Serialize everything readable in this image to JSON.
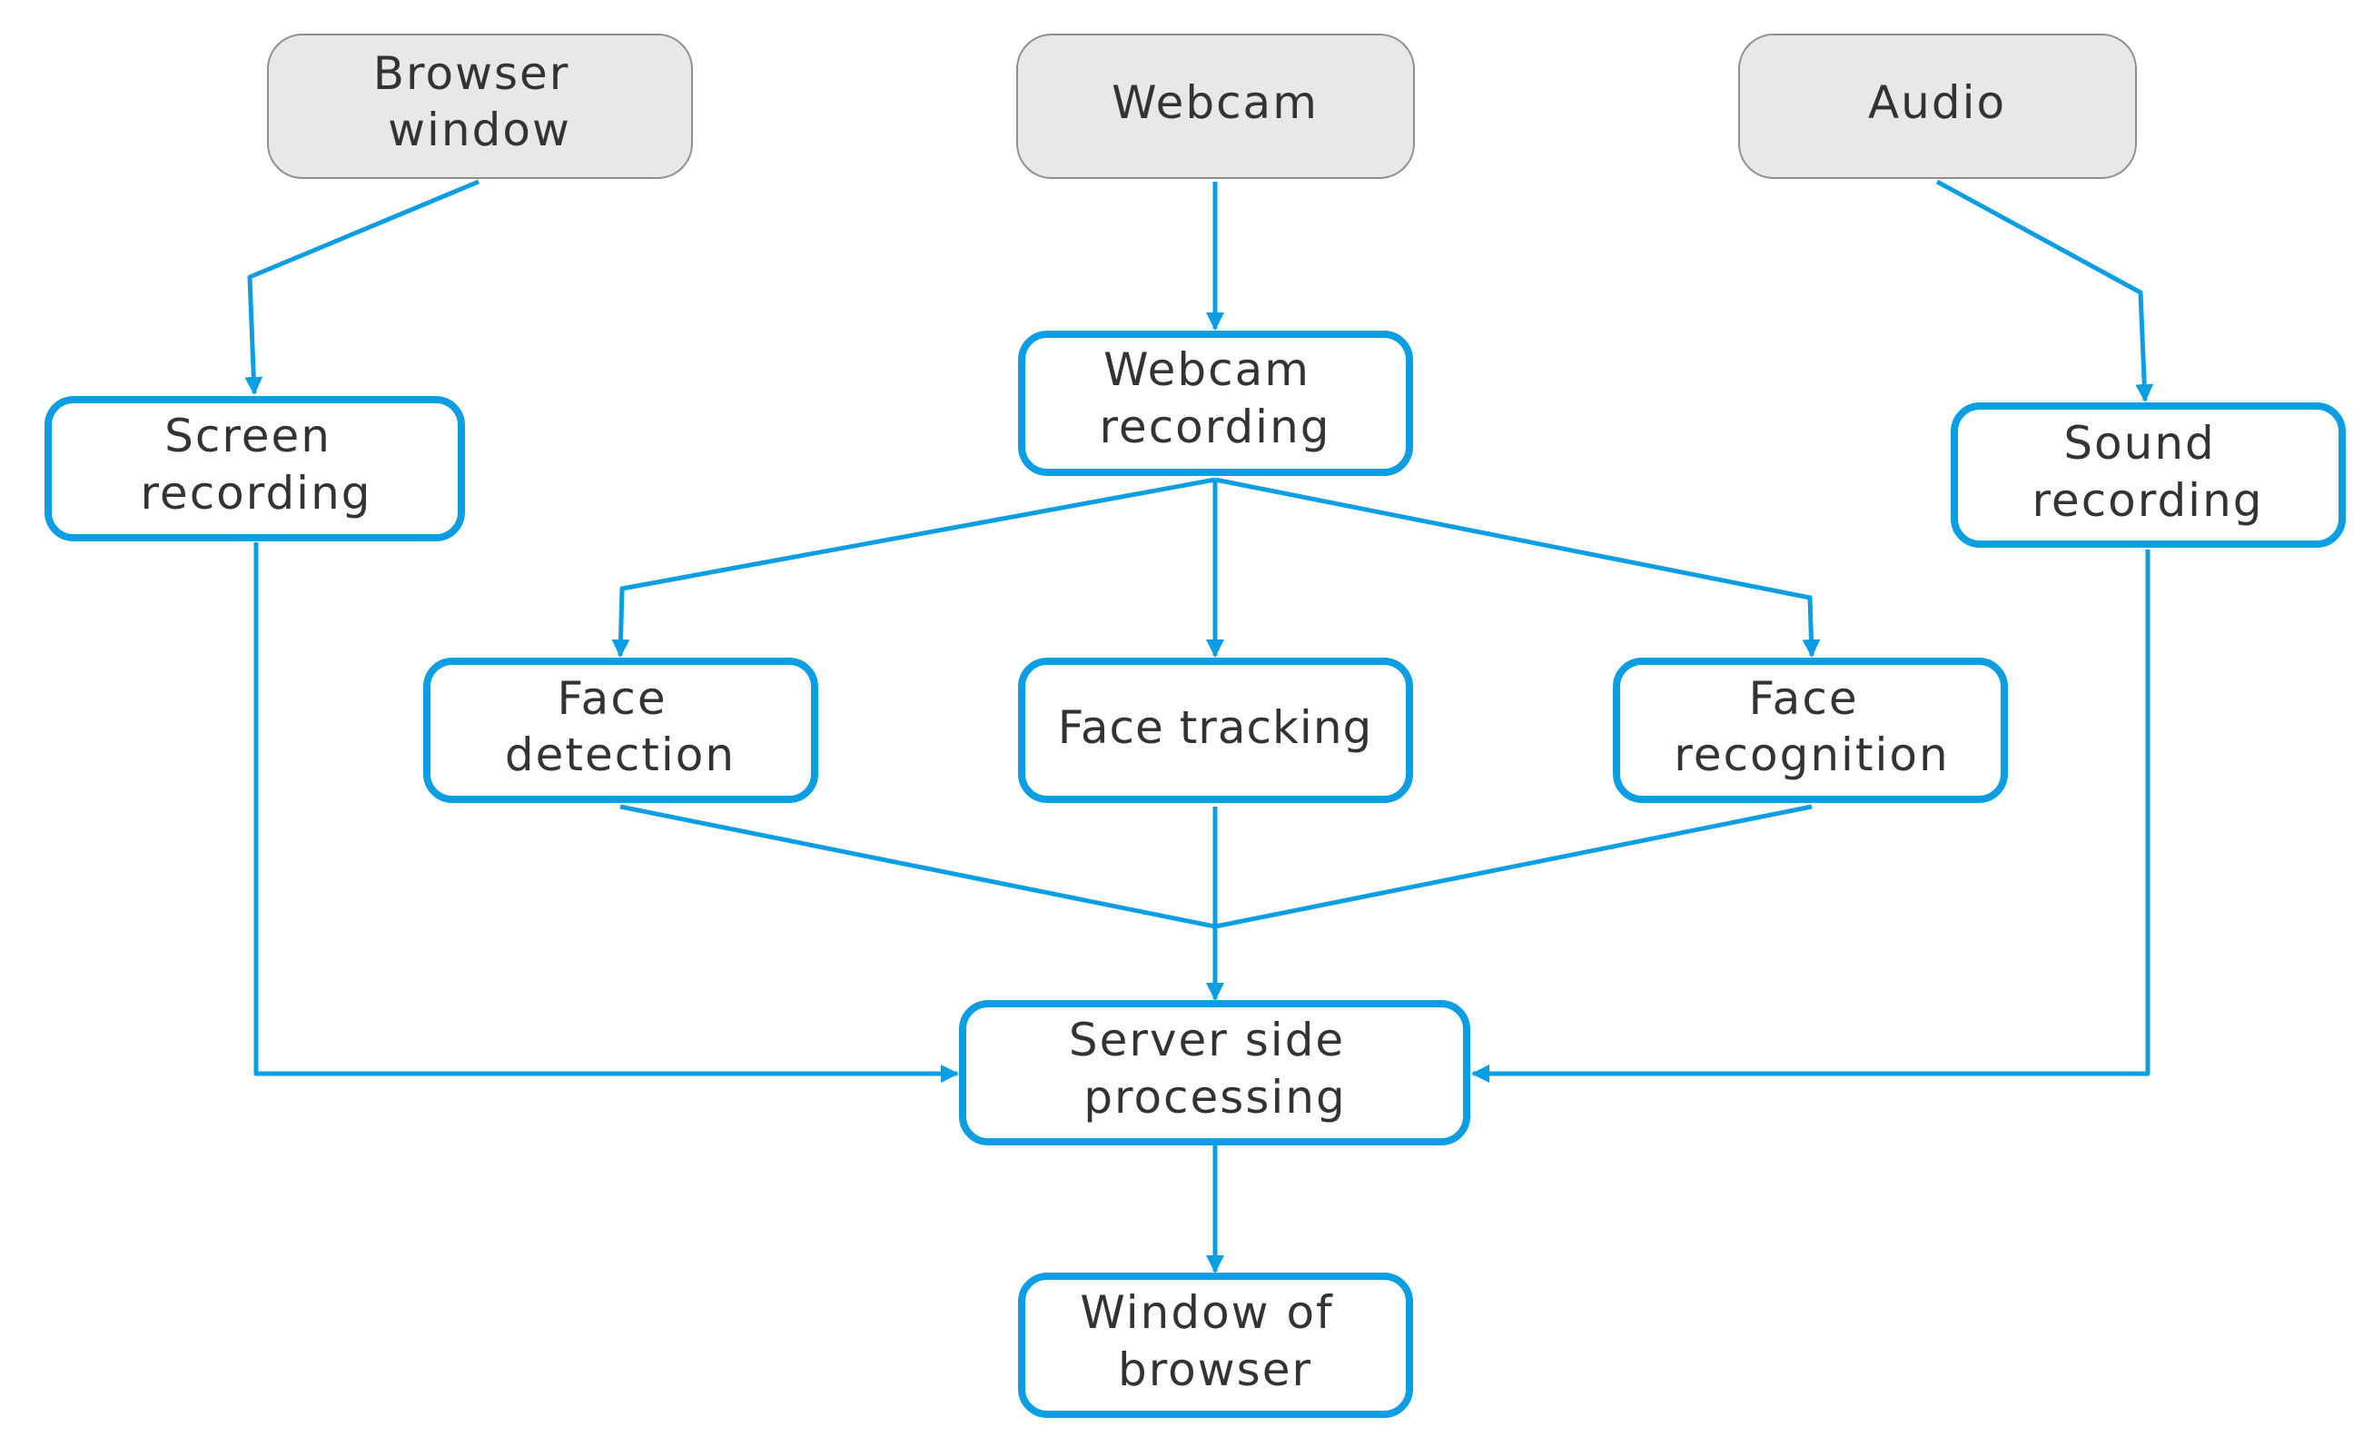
{
  "colors": {
    "accent": "#0b9ee3",
    "source_fill": "#e8e8e8",
    "source_stroke": "#8f8f8f",
    "text": "#333333"
  },
  "nodes": {
    "browser_window": {
      "lines": [
        "Browser",
        "window"
      ]
    },
    "webcam": {
      "lines": [
        "Webcam"
      ]
    },
    "audio": {
      "lines": [
        "Audio"
      ]
    },
    "screen_recording": {
      "lines": [
        "Screen",
        "recording"
      ]
    },
    "webcam_recording": {
      "lines": [
        "Webcam",
        "recording"
      ]
    },
    "sound_recording": {
      "lines": [
        "Sound",
        "recording"
      ]
    },
    "face_detection": {
      "lines": [
        "Face",
        "detection"
      ]
    },
    "face_tracking": {
      "lines": [
        "Face tracking"
      ]
    },
    "face_recognition": {
      "lines": [
        "Face",
        "recognition"
      ]
    },
    "server_side_processing": {
      "lines": [
        "Server side",
        "processing"
      ]
    },
    "window_of_browser": {
      "lines": [
        "Window of",
        "browser"
      ]
    }
  },
  "edges": [
    {
      "from": "browser_window",
      "to": "screen_recording"
    },
    {
      "from": "webcam",
      "to": "webcam_recording"
    },
    {
      "from": "audio",
      "to": "sound_recording"
    },
    {
      "from": "webcam_recording",
      "to": "face_detection"
    },
    {
      "from": "webcam_recording",
      "to": "face_tracking"
    },
    {
      "from": "webcam_recording",
      "to": "face_recognition"
    },
    {
      "from": "face_detection",
      "to": "server_side_processing"
    },
    {
      "from": "face_tracking",
      "to": "server_side_processing"
    },
    {
      "from": "face_recognition",
      "to": "server_side_processing"
    },
    {
      "from": "screen_recording",
      "to": "server_side_processing"
    },
    {
      "from": "sound_recording",
      "to": "server_side_processing"
    },
    {
      "from": "server_side_processing",
      "to": "window_of_browser"
    }
  ]
}
